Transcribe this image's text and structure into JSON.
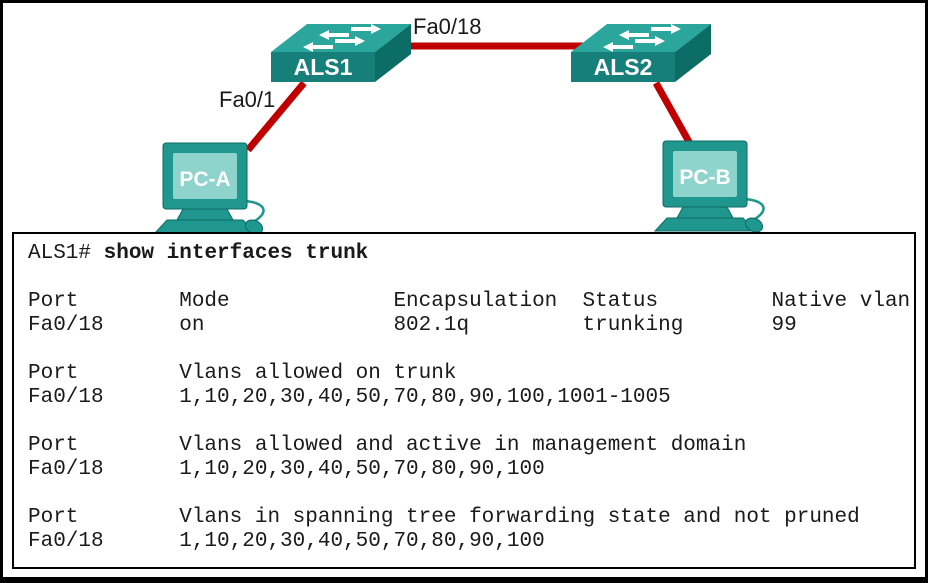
{
  "colors": {
    "sw-top": "#2aa69c",
    "sw-front": "#167f79",
    "sw-side": "#0c6d67",
    "pc-teal": "#1f978e",
    "pc-screen": "#8ed3cc",
    "pc-edge": "#0d6a64",
    "cable-red": "#c00000"
  },
  "diagram": {
    "switch1_label": "ALS1",
    "switch2_label": "ALS2",
    "pc1_label": "PC-A",
    "pc2_label": "PC-B",
    "trunk_link_label": "Fa0/18",
    "access_link_label": "Fa0/1"
  },
  "terminal": {
    "prompt": "ALS1# ",
    "command": "show interfaces trunk",
    "output_lines": [
      "",
      "Port        Mode             Encapsulation  Status         Native vlan",
      "Fa0/18      on               802.1q         trunking       99",
      "",
      "Port        Vlans allowed on trunk",
      "Fa0/18      1,10,20,30,40,50,70,80,90,100,1001-1005",
      "",
      "Port        Vlans allowed and active in management domain",
      "Fa0/18      1,10,20,30,40,50,70,80,90,100",
      "",
      "Port        Vlans in spanning tree forwarding state and not pruned",
      "Fa0/18      1,10,20,30,40,50,70,80,90,100"
    ]
  }
}
